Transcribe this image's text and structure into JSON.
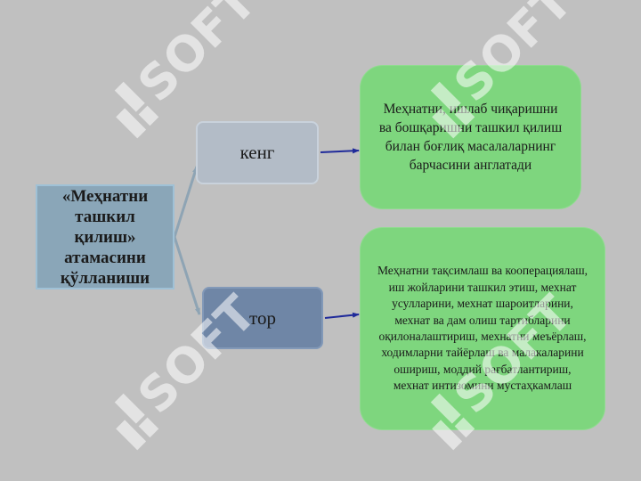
{
  "diagram": {
    "root_label": "«Меҳнатни ташкил қилиш» атамасини қўлланиши",
    "wide": {
      "label": "кенг",
      "definition": "Меҳнатни, ишлаб чиқаришни ва бошқаришни ташкил қилиш билан боғлиқ масалаларнинг барчасини англатади"
    },
    "narrow": {
      "label": "тор",
      "definition": "Меҳнатни тақсимлаш ва кооперациялаш, иш жойларини ташкил этиш, мехнат усулларини, мехнат шароитларини, мехнат ва дам олиш тартибларини оқилоналаштириш, мехнатни меъёрлаш, ходимларни тайёрлаш ва малакаларини ошириш, моддий рағбатлантириш, мехнат интизомини мустаҳкамлаш"
    }
  },
  "watermark": {
    "text": "SOFT",
    "icon": "soft-logo-icon"
  },
  "colors": {
    "background": "#c0c0c0",
    "root_fill": "#8aa6b8",
    "wide_fill": "#b3bcc7",
    "narrow_fill": "#6f86a6",
    "definition_fill": "#7ed67e",
    "arrow": "#1f2a9a",
    "connector": "#8ea4b4"
  }
}
